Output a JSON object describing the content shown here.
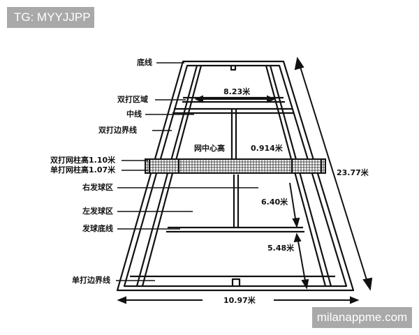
{
  "watermarks": {
    "top_left": "TG: MYYJJPP",
    "bottom_right": "milanappme.com"
  },
  "diagram": {
    "subject": "badminton-court",
    "labels": {
      "baseline": "底线",
      "doubles_service_area": "双打区域",
      "center_line": "中线",
      "doubles_sideline": "双打边界线",
      "doubles_post_height": "双打网柱高1.10米",
      "singles_post_height": "单打网柱高1.07米",
      "right_service_court": "右发球区",
      "left_service_court": "左发球区",
      "service_line": "发球底线",
      "singles_sideline": "单打边界线",
      "net_center_height": "网中心高",
      "net_center_value": "0.914米"
    },
    "dimensions": {
      "singles_width": "8.23米",
      "full_length": "23.77米",
      "half_court_service": "6.40米",
      "back_zone": "5.48米",
      "doubles_width": "10.97米"
    }
  }
}
